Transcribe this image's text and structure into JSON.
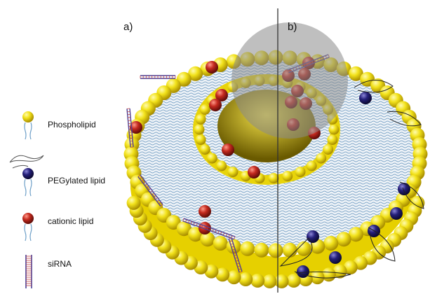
{
  "panels": {
    "a": "a)",
    "b": "b)"
  },
  "legend": [
    {
      "key": "phospholipid",
      "label": "Phospholipid",
      "head_color": "#f2e21a"
    },
    {
      "key": "peg",
      "label": "PEGylated lipid",
      "head_color": "#1e1a6e"
    },
    {
      "key": "cationic",
      "label": "cationic  lipid",
      "head_color": "#b3231c"
    },
    {
      "key": "sirna",
      "label": "siRNA",
      "head_color": "#5a4fa8"
    }
  ],
  "colors": {
    "phospholipid": "#f2e21a",
    "phospholipid_shade": "#b8a000",
    "peg_head": "#1e1a6e",
    "cationic_head": "#b3231c",
    "tail": "#8fb6d6",
    "sirna": "#5a4fa8",
    "zoom_circle": "#8a8a8a",
    "divider": "#333333"
  }
}
